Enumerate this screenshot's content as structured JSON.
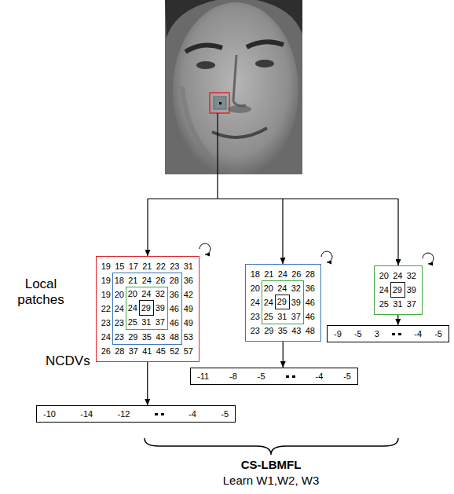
{
  "diagram": {
    "nodes": [
      {
        "text": [
          "19",
          "15",
          "17",
          "21",
          "22",
          "23",
          "31",
          "19",
          "36",
          "19",
          "42",
          "22",
          "49",
          "23",
          "49",
          "24",
          "53",
          "26",
          "28",
          "37",
          "41",
          "45",
          "52",
          "57"
        ]
      },
      {
        "text": [
          "18",
          "21",
          "24",
          "26",
          "28",
          "20",
          "36",
          "24",
          "46",
          "23",
          "46",
          "23",
          "29",
          "35",
          "43",
          "48"
        ],
        "in": 0
      },
      {
        "text": [
          "20",
          "24",
          "32",
          "24",
          "39",
          "25",
          "31",
          "37"
        ],
        "in": 1
      },
      {
        "text": [
          "29"
        ],
        "in": 2
      },
      {
        "text": [
          "18",
          "21",
          "24",
          "26",
          "28",
          "20",
          "36",
          "24",
          "46",
          "23",
          "46",
          "23",
          "29",
          "35",
          "43",
          "48"
        ]
      },
      {
        "text": [
          "20",
          "24",
          "32",
          "24",
          "39",
          "25",
          "31",
          "37"
        ],
        "in": 4
      },
      {
        "text": [
          "29"
        ],
        "in": 5
      },
      {
        "text": [
          "20",
          "24",
          "32",
          "24",
          "39",
          "25",
          "31",
          "37"
        ]
      },
      {
        "text": [
          "29"
        ],
        "in": 7
      },
      {
        "text": [
          "-9",
          "-5",
          "3",
          "-4",
          "-5"
        ]
      },
      {
        "text": [
          "-11",
          "-8",
          "-5",
          "-4",
          "-5"
        ]
      },
      {
        "text": [
          "-10",
          "-14",
          "-12",
          "-4",
          "-5"
        ]
      }
    ],
    "edges": [
      {
        "from": 0,
        "to": 11,
        "arrow": "to"
      },
      {
        "from": 4,
        "to": 10,
        "arrow": "to"
      },
      {
        "from": 7,
        "to": 9,
        "arrow": "to"
      }
    ],
    "labels": [
      "Local patches",
      "NCDVs",
      "CS-LBMFL",
      "Learn W1,W2, W3"
    ]
  }
}
